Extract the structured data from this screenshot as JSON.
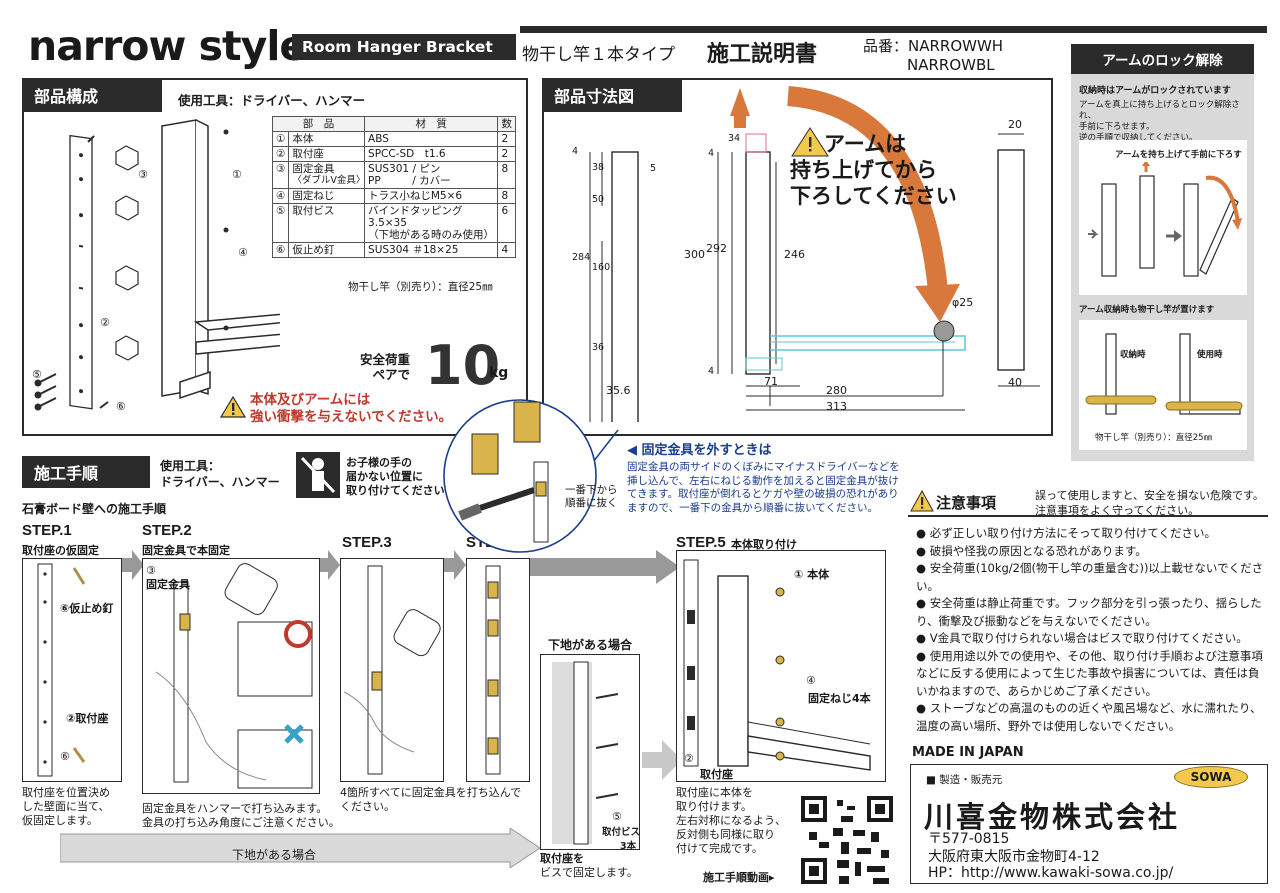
{
  "header": {
    "brand": "narrow style",
    "brand_tag": "Room Hanger Bracket",
    "subtitle": "物干し竿１本タイプ",
    "title": "施工説明書",
    "model_line1": "品番：NARROWWH",
    "model_line2": "NARROWBL"
  },
  "parts": {
    "section_title": "部品構成",
    "tools": "使用工具：ドライバー、ハンマー",
    "table_headers": [
      "部　品",
      "材　質",
      "数"
    ],
    "rows": [
      {
        "no": "①",
        "part": "本体",
        "material": "ABS",
        "qty": "2"
      },
      {
        "no": "②",
        "part": "取付座",
        "material": "SPCC-SD　t1.6",
        "qty": "2"
      },
      {
        "no": "③",
        "part": "固定金具",
        "part_sub": "〈ダブルV金具〉",
        "material": "SUS301 / ピン",
        "material2": "PP　　　/ カバー",
        "qty": "8"
      },
      {
        "no": "④",
        "part": "固定ねじ",
        "material": "トラス小ねじM5×6",
        "qty": "8"
      },
      {
        "no": "⑤",
        "part": "取付ビス",
        "material": "バインドタッピング3.5×35",
        "material2": "（下地がある時のみ使用）",
        "qty": "6"
      },
      {
        "no": "⑥",
        "part": "仮止め釘",
        "material": "SUS304 ＃18×25",
        "qty": "4"
      }
    ],
    "rod_note": "物干し竿（別売り）：直径25㎜",
    "load_label_1": "安全荷重",
    "load_label_2": "ペアで",
    "load_value": "10",
    "load_unit": "kg",
    "warning_1": "本体及びアームには",
    "warning_2": "強い衝撃を与えないでください。",
    "callouts": {
      "c1": "①",
      "c2": "②",
      "c3": "③",
      "c4": "④",
      "c5": "⑤",
      "c6": "⑥"
    }
  },
  "dimensions": {
    "section_title": "部品寸法図",
    "callout_1": "アームは",
    "callout_2": "持ち上げてから",
    "callout_3": "下ろしてください",
    "labels": {
      "d4a": "4",
      "d38": "38",
      "d5": "5",
      "d50": "50",
      "d284": "284",
      "d160": "160",
      "d36": "36",
      "d35_6": "35.6",
      "d34": "34",
      "d4b": "4",
      "d300": "300",
      "d292": "292",
      "d246": "246",
      "d4c": "4",
      "d71": "71",
      "d280": "280",
      "d313": "313",
      "dphi": "φ25",
      "d20": "20",
      "d40": "40"
    }
  },
  "lock": {
    "title": "アームのロック解除",
    "head": "収納時はアームがロックされています",
    "desc_1": "アームを真上に持ち上げるとロック解除され、",
    "desc_2": "手前に下ろせます。",
    "desc_3": "逆の手順で収納してください。",
    "box1_caption": "アームを持ち上げて手前に下ろす",
    "head2": "アーム収納時も物干し竿が置けます",
    "stored": "収納時",
    "in_use": "使用時",
    "rod": "物干し竿（別売り）：直径25㎜"
  },
  "steps": {
    "section_title": "施工手順",
    "tools_1": "使用工具：",
    "tools_2": "ドライバー、ハンマー",
    "child_1": "お子様の手の",
    "child_2": "届かない位置に",
    "child_3": "取り付けてください",
    "wall_type": "石膏ボード壁への施工手順",
    "step1": {
      "label": "STEP.1",
      "sub": "取付座の仮固定",
      "c6a": "⑥仮止め釘",
      "c2": "②取付座",
      "c6b": "⑥",
      "cap_1": "取付座を位置決め",
      "cap_2": "した壁面に当て、",
      "cap_3": "仮固定します。"
    },
    "step2": {
      "label": "STEP.2",
      "sub": "固定金具で本固定",
      "c3": "③",
      "c3_label": "固定金具",
      "cap_1": "固定金具をハンマーで打ち込みます。",
      "cap_2": "金具の打ち込み角度にご注意ください。"
    },
    "step3": {
      "label": "STEP.3",
      "cap_1": "4箇所すべてに固定金具を打ち込んで",
      "cap_2": "ください。"
    },
    "step4": {
      "label": "STEP.4"
    },
    "step5": {
      "label": "STEP.5",
      "sub": "本体取り付け",
      "c1": "① 本体",
      "c4": "④",
      "c4_label": "固定ねじ4本",
      "c2": "②",
      "c2_label": "取付座",
      "cap_1": "取付座に本体を",
      "cap_2": "取り付けます。",
      "cap_3": "左右対称になるよう、",
      "cap_4": "反対側も同様に取り",
      "cap_5": "付けて完成です。"
    },
    "base_case_title": "下地がある場合",
    "base_c5": "⑤",
    "base_c5_label": "取付ビス",
    "base_c5_count": "3本",
    "base_cap_1": "取付座を",
    "base_cap_2": "ビスで固定します。",
    "base_note": "下地がある場合"
  },
  "removal": {
    "title": "◀ 固定金具を外すときは",
    "body": "固定金具の両サイドのくぼみにマイナスドライバーなどを挿し込んで、左右にねじる動作を加えると固定金具が抜けてきます。取付座が倒れるとケガや壁の破損の恐れがありますので、一番下の金具から順番に抜いてください。",
    "hint_1": "一番下から",
    "hint_2": "順番に抜く"
  },
  "caution": {
    "title": "注意事項",
    "lead_1": "誤って使用しますと、安全を損ない危険です。",
    "lead_2": "注意事項をよく守ってください。",
    "items": [
      "必ず正しい取り付け方法にそって取り付けてください。",
      "破損や怪我の原因となる恐れがあります。",
      "安全荷重(10kg/2個(物干し竿の重量含む))以上載せないでください。",
      "安全荷重は静止荷重です。フック部分を引っ張ったり、揺らしたり、衝撃及び振動などを与えないでください。",
      "V金具で取り付けられない場合はビスで取り付けてください。",
      "使用用途以外での使用や、その他、取り付け手順および注意事項などに反する使用によって生じた事故や損害については、責任は負いかねますので、あらかじめご了承ください。",
      "ストーブなどの高温のものの近くや風呂場など、水に濡れたり、温度の高い場所、野外では使用しないでください。"
    ]
  },
  "maker": {
    "made_in": "MADE IN JAPAN",
    "role": "■ 製造・販売元",
    "logo": "SOWA",
    "name": "川喜金物株式会社",
    "zip": "〒577-0815",
    "address": "大阪府東大阪市金物町4-12",
    "hp": "HP：http://www.kawaki-sowa.co.jp/",
    "video_label": "施工手順動画▸"
  },
  "colors": {
    "dark": "#2b2b2b",
    "arrow_orange": "#d9783b",
    "accent_blue": "#1a3d8c",
    "warn_red": "#c0392b",
    "rod_yellow": "#d9b44a",
    "cyan": "#5cc8d6"
  }
}
